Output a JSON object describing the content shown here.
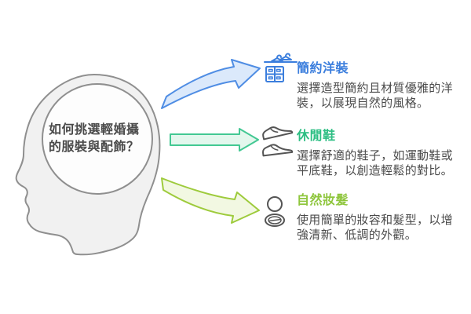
{
  "head": {
    "question": "如何挑選輕婚攝的服裝與配飾？"
  },
  "items": [
    {
      "title": "簡約洋裝",
      "description": "選擇造型簡約且材質優雅的洋裝，以展現自然的風格。",
      "icon": "wardrobe-hangers-icon",
      "title_color": "#3b7edd",
      "arrow": {
        "shape": "curved-up-right",
        "stroke": "#4f8de4",
        "fill": "#dbe9fb"
      }
    },
    {
      "title": "休閒鞋",
      "description": "選擇舒適的鞋子，如運動鞋或平底鞋，以創造輕鬆的對比。",
      "icon": "casual-shoes-icon",
      "title_color": "#2cbe83",
      "arrow": {
        "shape": "straight-right",
        "stroke": "#43c893",
        "fill": "#e3f7ed"
      }
    },
    {
      "title": "自然妝髮",
      "description": "使用簡單的妝容和髮型，以增強清新、低調的外觀。",
      "icon": "compact-mirror-icon",
      "title_color": "#8fc63e",
      "arrow": {
        "shape": "curved-down-right",
        "stroke": "#9ecb3c",
        "fill": "#f2f8e2"
      }
    }
  ],
  "colors": {
    "background": "#ffffff",
    "head_fill": "#f1f1f1",
    "head_stroke": "#8f8f8f",
    "thought_circle_fill": "#fdfdfd",
    "body_text": "#4b4b4b",
    "question_text": "#4a4a4a",
    "shoe_icon": "#555555",
    "mirror_icon": "#555555"
  }
}
